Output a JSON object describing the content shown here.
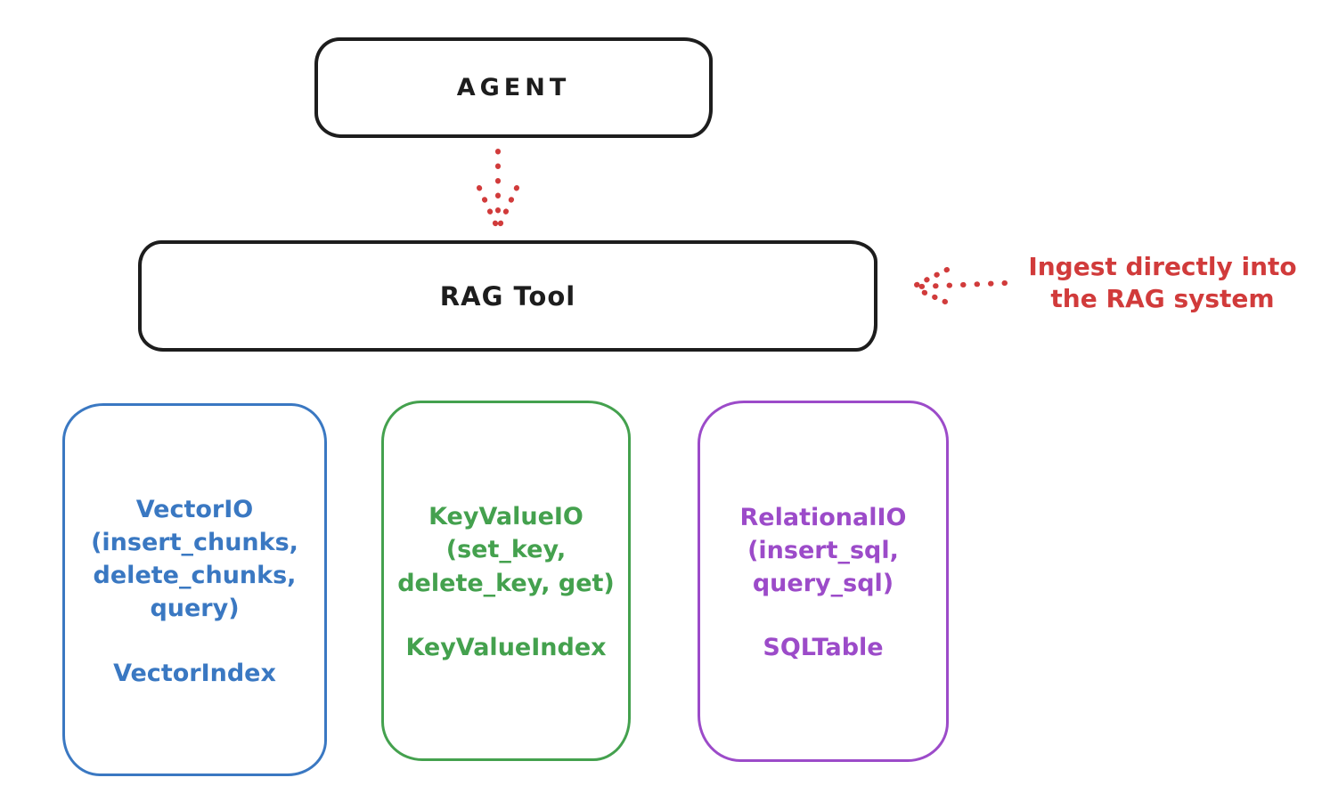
{
  "colors": {
    "ink": "#1d1d1d",
    "red": "#d13b3b",
    "blue": "#3a78c2",
    "green": "#44a14e",
    "purple": "#9c4bc9",
    "background": "#ffffff"
  },
  "agent_box": {
    "label": "AGENT"
  },
  "rag_tool_box": {
    "label": "RAG Tool"
  },
  "ingest_annotation": {
    "text": "Ingest directly into\nthe RAG system"
  },
  "arrows": {
    "agent_to_rag": "dotted-down-arrow",
    "ingest_into_rag": "dotted-left-arrow"
  },
  "io_boxes": [
    {
      "name": "vector-io",
      "methods": "VectorIO\n(insert_chunks,\ndelete_chunks,\nquery)",
      "index_class": "VectorIndex",
      "color": "#3a78c2"
    },
    {
      "name": "keyvalue-io",
      "methods": "KeyValueIO\n(set_key,\ndelete_key, get)",
      "index_class": "KeyValueIndex",
      "color": "#44a14e"
    },
    {
      "name": "relational-io",
      "methods": "RelationalIO\n(insert_sql,\nquery_sql)",
      "index_class": "SQLTable",
      "color": "#9c4bc9"
    }
  ]
}
